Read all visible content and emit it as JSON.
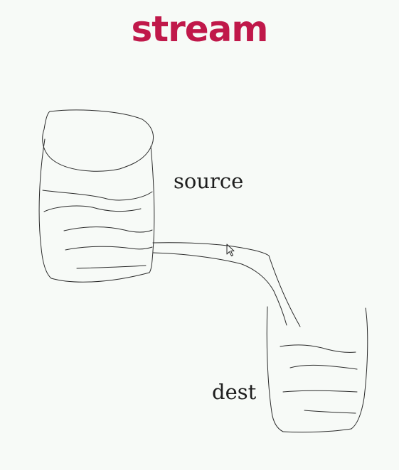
{
  "title": "stream",
  "labels": {
    "source": "source",
    "dest": "dest"
  },
  "colors": {
    "title": "#c0184a",
    "background": "#f7faf7",
    "stroke": "#2b2b2b"
  },
  "icons": {
    "cursor": "mouse-pointer-icon"
  }
}
